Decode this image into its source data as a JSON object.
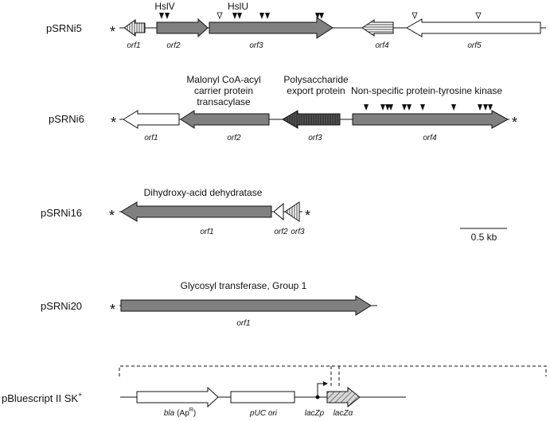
{
  "colors": {
    "grey": "#808080",
    "darkgrey": "#555555",
    "white": "#ffffff",
    "stroke": "#111111"
  },
  "star": "*",
  "plasmids": {
    "p5": {
      "name": "pSRNi5",
      "orfs": [
        "orf1",
        "orf2",
        "orf3",
        "orf4",
        "orf5"
      ],
      "proteins": [
        "HslV",
        "HslU"
      ]
    },
    "p6": {
      "name": "pSRNi6",
      "orfs": [
        "orf1",
        "orf2",
        "orf3",
        "orf4"
      ],
      "proteins": [
        "Malonyl CoA-acyl",
        "carrier protein",
        "transacylase",
        "Polysaccharide",
        "export protein",
        "Non-specific protein-tyrosine kinase"
      ]
    },
    "p16": {
      "name": "pSRNi16",
      "orfs": [
        "orf1",
        "orf2",
        "orf3"
      ],
      "proteins": [
        "Dihydroxy-acid dehydratase"
      ]
    },
    "p20": {
      "name": "pSRNi20",
      "orfs": [
        "orf1"
      ],
      "proteins": [
        "Glycosyl transferase, Group 1"
      ]
    },
    "vector": {
      "name": "pBluescript II SK",
      "name_sup": "+",
      "features": {
        "bla": "bla",
        "bla_ap": "(Ap",
        "bla_sup": "R",
        "bla_close": ")",
        "ori": "pUC ori",
        "lacZp": "lacZp",
        "lacZa": "lacZα"
      }
    }
  },
  "scale": {
    "label": "0.5 kb"
  }
}
